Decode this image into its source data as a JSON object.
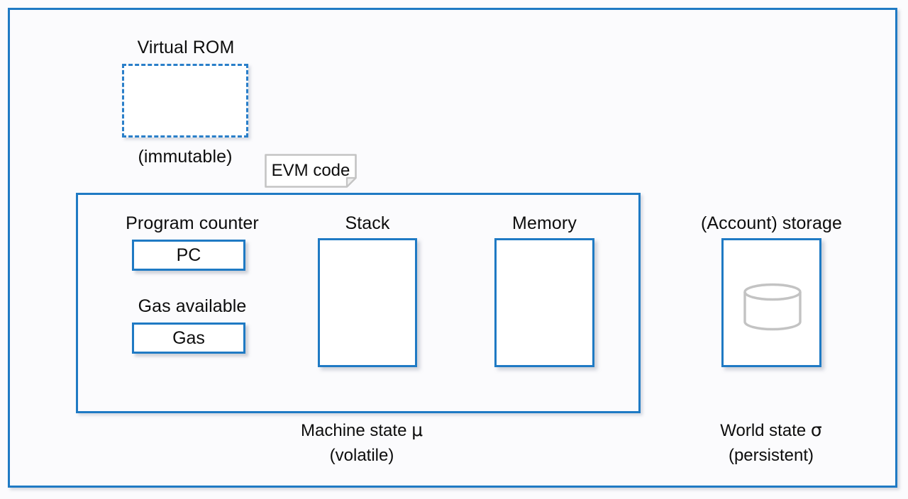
{
  "diagram": {
    "title_implicit": "EVM execution model",
    "colors": {
      "accent_blue": "#1F7AC4",
      "dashed_blue": "#2A7FC9",
      "icon_gray": "#C0C0C0",
      "background": "#FBFBFD",
      "box_fill": "#FFFFFF",
      "text": "#0D0D0D"
    },
    "rom": {
      "title": "Virtual ROM",
      "document_label": "EVM code",
      "note": "(immutable)",
      "icon": "document-folded-corner-icon"
    },
    "machine_state": {
      "program_counter": {
        "title": "Program counter",
        "value": "PC"
      },
      "gas": {
        "title": "Gas available",
        "value": "Gas"
      },
      "stack": {
        "title": "Stack",
        "value": ""
      },
      "memory": {
        "title": "Memory",
        "value": ""
      },
      "caption": "Machine state",
      "caption_symbol": "μ",
      "caption_note": "(volatile)"
    },
    "world_state": {
      "storage": {
        "title": "(Account) storage",
        "icon": "database-cylinder-icon"
      },
      "caption": "World state",
      "caption_symbol": "σ",
      "caption_note": "(persistent)"
    }
  }
}
